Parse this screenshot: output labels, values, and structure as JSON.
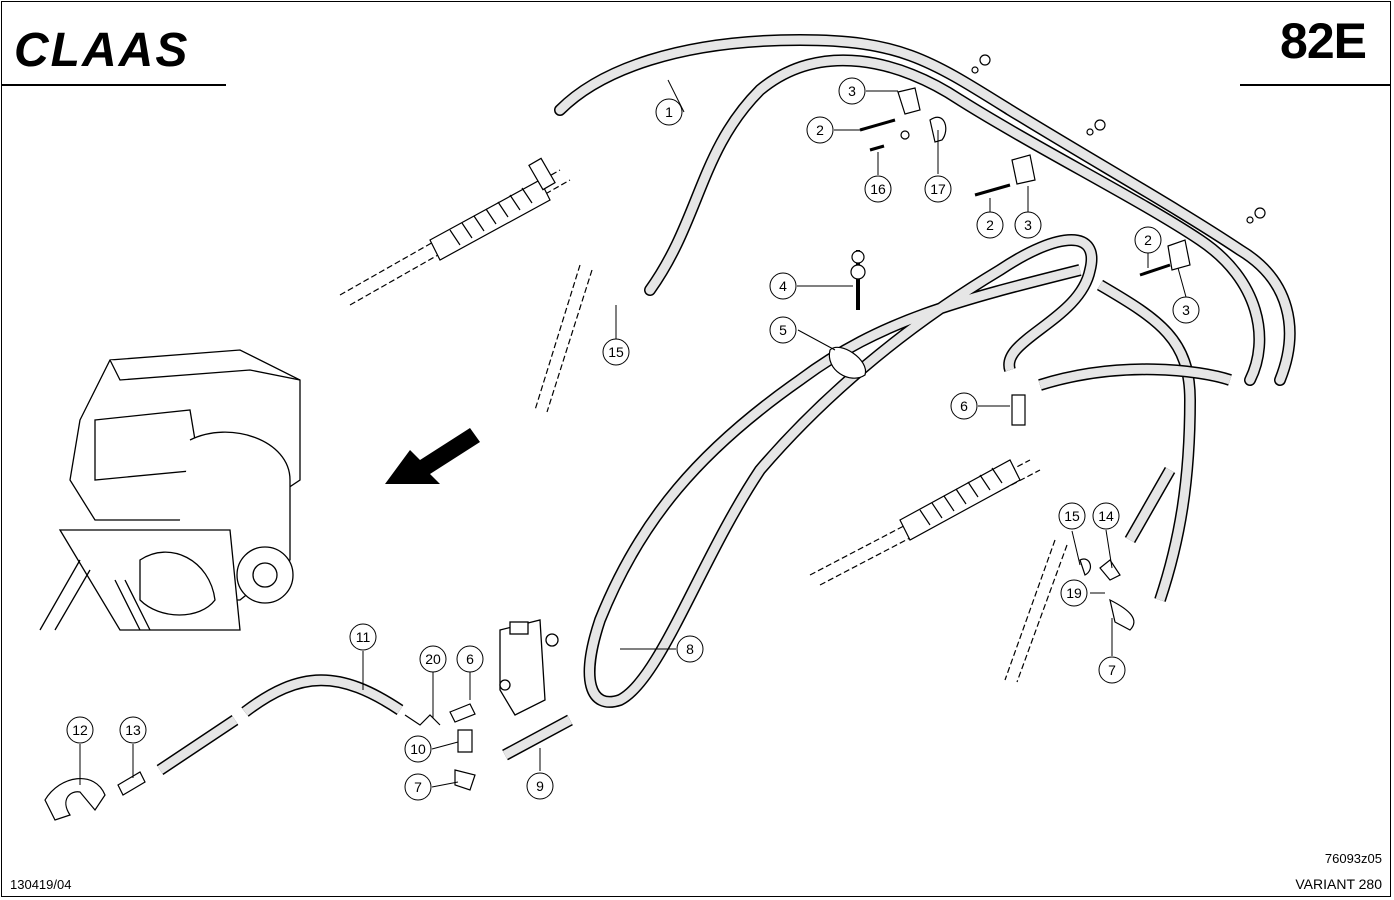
{
  "header": {
    "brand": "CLAAS",
    "sheet_number": "82E"
  },
  "footer": {
    "doc_code": "130419/04",
    "drawing_number": "76093z05",
    "model": "VARIANT 280"
  },
  "callouts": [
    {
      "id": "1"
    },
    {
      "id": "2"
    },
    {
      "id": "3"
    },
    {
      "id": "2"
    },
    {
      "id": "3"
    },
    {
      "id": "2"
    },
    {
      "id": "3"
    },
    {
      "id": "16"
    },
    {
      "id": "17"
    },
    {
      "id": "4"
    },
    {
      "id": "5"
    },
    {
      "id": "6"
    },
    {
      "id": "15"
    },
    {
      "id": "15"
    },
    {
      "id": "14"
    },
    {
      "id": "19"
    },
    {
      "id": "7"
    },
    {
      "id": "8"
    },
    {
      "id": "9"
    },
    {
      "id": "11"
    },
    {
      "id": "20"
    },
    {
      "id": "6"
    },
    {
      "id": "10"
    },
    {
      "id": "7"
    },
    {
      "id": "12"
    },
    {
      "id": "13"
    }
  ],
  "colors": {
    "ink": "#000000",
    "paper": "#ffffff",
    "hose_fill": "#d9d9d9"
  }
}
